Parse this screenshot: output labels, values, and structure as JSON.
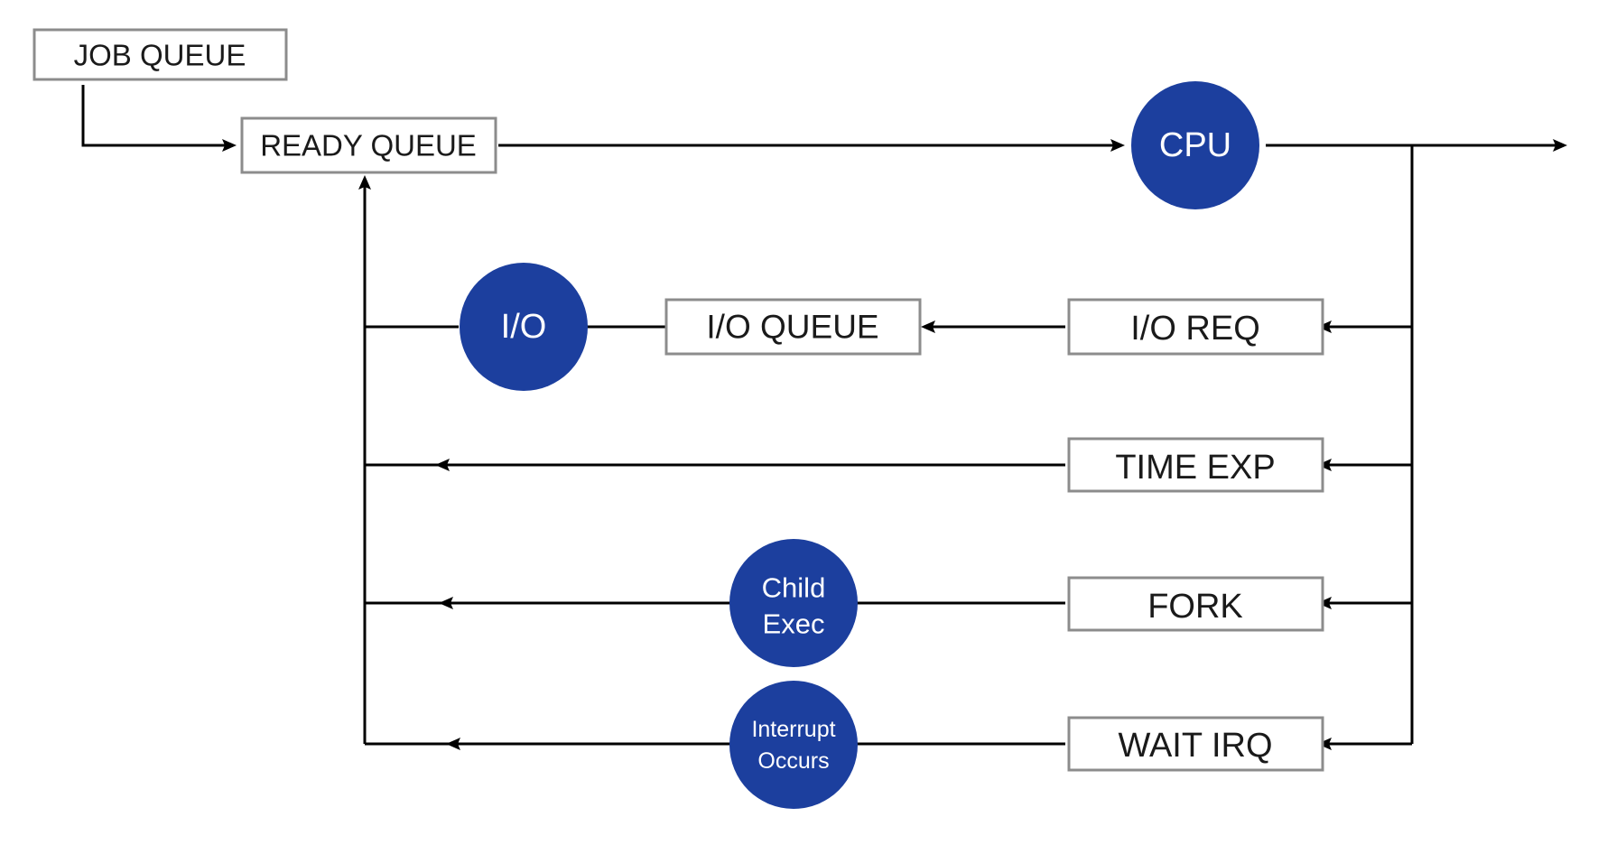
{
  "colors": {
    "circle_fill": "#1c3f9e",
    "box_stroke": "#8c8c8c",
    "line": "#000000",
    "text": "#1a1a1a",
    "circle_text": "#ffffff"
  },
  "boxes": {
    "job_queue": "JOB QUEUE",
    "ready_queue": "READY QUEUE",
    "io_queue": "I/O QUEUE",
    "io_req": "I/O REQ",
    "time_exp": "TIME EXP",
    "fork": "FORK",
    "wait_irq": "WAIT IRQ"
  },
  "circles": {
    "cpu": "CPU",
    "io": "I/O",
    "child_exec": [
      "Child",
      "Exec"
    ],
    "interrupt_occurs": [
      "Interrupt",
      "Occurs"
    ]
  }
}
